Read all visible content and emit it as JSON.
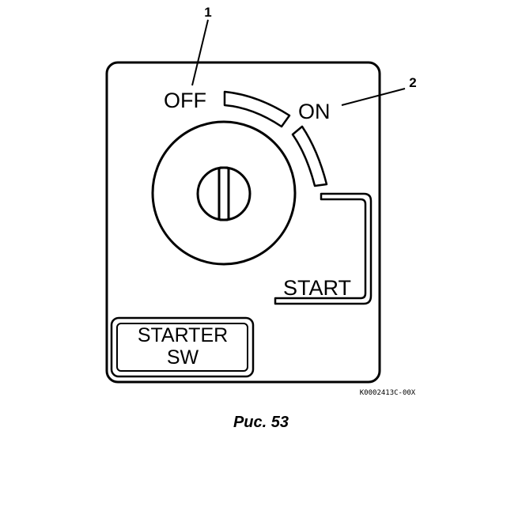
{
  "callouts": {
    "one": "1",
    "two": "2"
  },
  "positions": {
    "off": "OFF",
    "on": "ON",
    "start": "START"
  },
  "label_plate": {
    "line1": "STARTER",
    "line2": "SW"
  },
  "figure_code": "K0002413C-00X",
  "caption": "Рис. 53"
}
